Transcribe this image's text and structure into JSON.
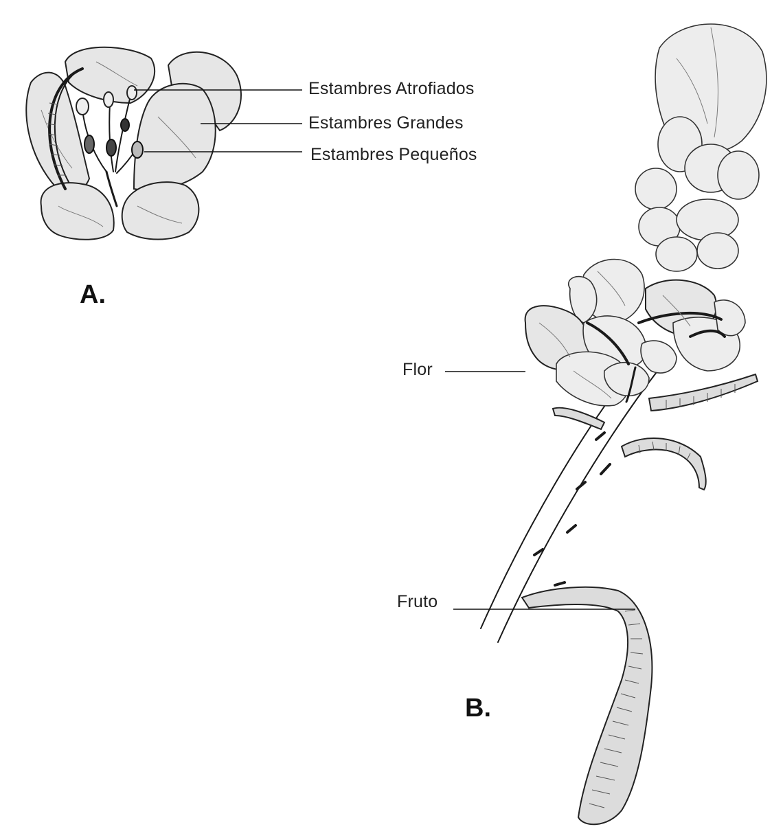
{
  "panels": {
    "a": {
      "letter": "A.",
      "labels": {
        "atrophied": "Estambres Atrofiados",
        "large": "Estambres Grandes",
        "small": "Estambres Pequeños"
      }
    },
    "b": {
      "letter": "B.",
      "labels": {
        "flower": "Flor",
        "fruit": "Fruto"
      }
    }
  }
}
